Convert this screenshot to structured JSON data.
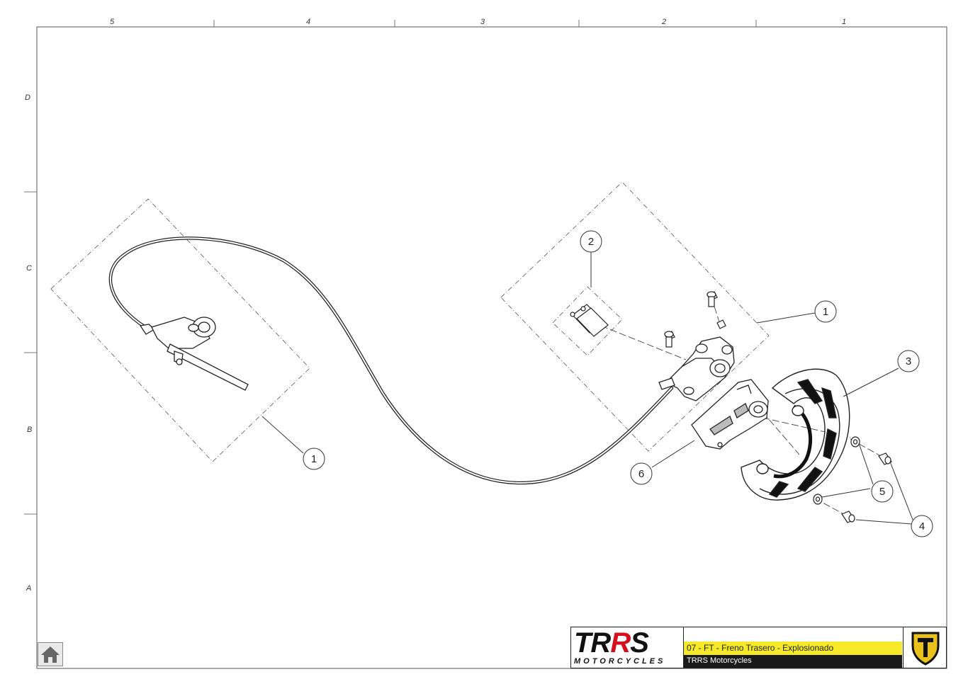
{
  "frame": {
    "columns": [
      "5",
      "4",
      "3",
      "2",
      "1"
    ],
    "rows": [
      "D",
      "C",
      "B",
      "A"
    ]
  },
  "callouts": [
    {
      "id": "lever-assembly",
      "label": "1"
    },
    {
      "id": "caliper-assembly",
      "label": "1"
    },
    {
      "id": "brake-pads",
      "label": "2"
    },
    {
      "id": "disc-guard",
      "label": "3"
    },
    {
      "id": "guard-screws",
      "label": "4"
    },
    {
      "id": "guard-washers",
      "label": "5"
    },
    {
      "id": "caliper-support",
      "label": "6"
    }
  ],
  "title_block": {
    "logo_main": [
      "TR",
      "R",
      "S"
    ],
    "logo_sub": "MOTORCYCLES",
    "title": "07 - FT - Freno Trasero - Explosionado",
    "company": "TRRS Motorcycles"
  },
  "colors": {
    "title_bar": "#f6e92a",
    "company_bar": "#1a1a1a",
    "logo_accent": "#d5101c",
    "emblem_gold": "#e8c21a"
  },
  "icons": {
    "home": "home-icon",
    "emblem": "trrs-emblem-icon"
  }
}
